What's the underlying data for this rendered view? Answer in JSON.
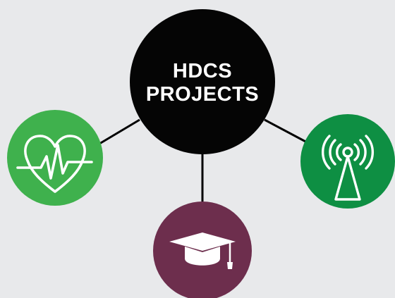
{
  "colors": {
    "background": "#e8e9eb",
    "hub": "#050505",
    "hub_text": "#ffffff",
    "connector": "#000000",
    "health": "#3fb14d",
    "education": "#6d2e4d",
    "wireless": "#0e8f43",
    "icon_stroke": "#ffffff"
  },
  "hub": {
    "title_line1": "HDCS",
    "title_line2": "PROJECTS"
  },
  "nodes": [
    {
      "id": "health",
      "icon": "heart-ecg-icon"
    },
    {
      "id": "education",
      "icon": "graduation-cap-icon"
    },
    {
      "id": "wireless",
      "icon": "radio-tower-icon"
    }
  ]
}
